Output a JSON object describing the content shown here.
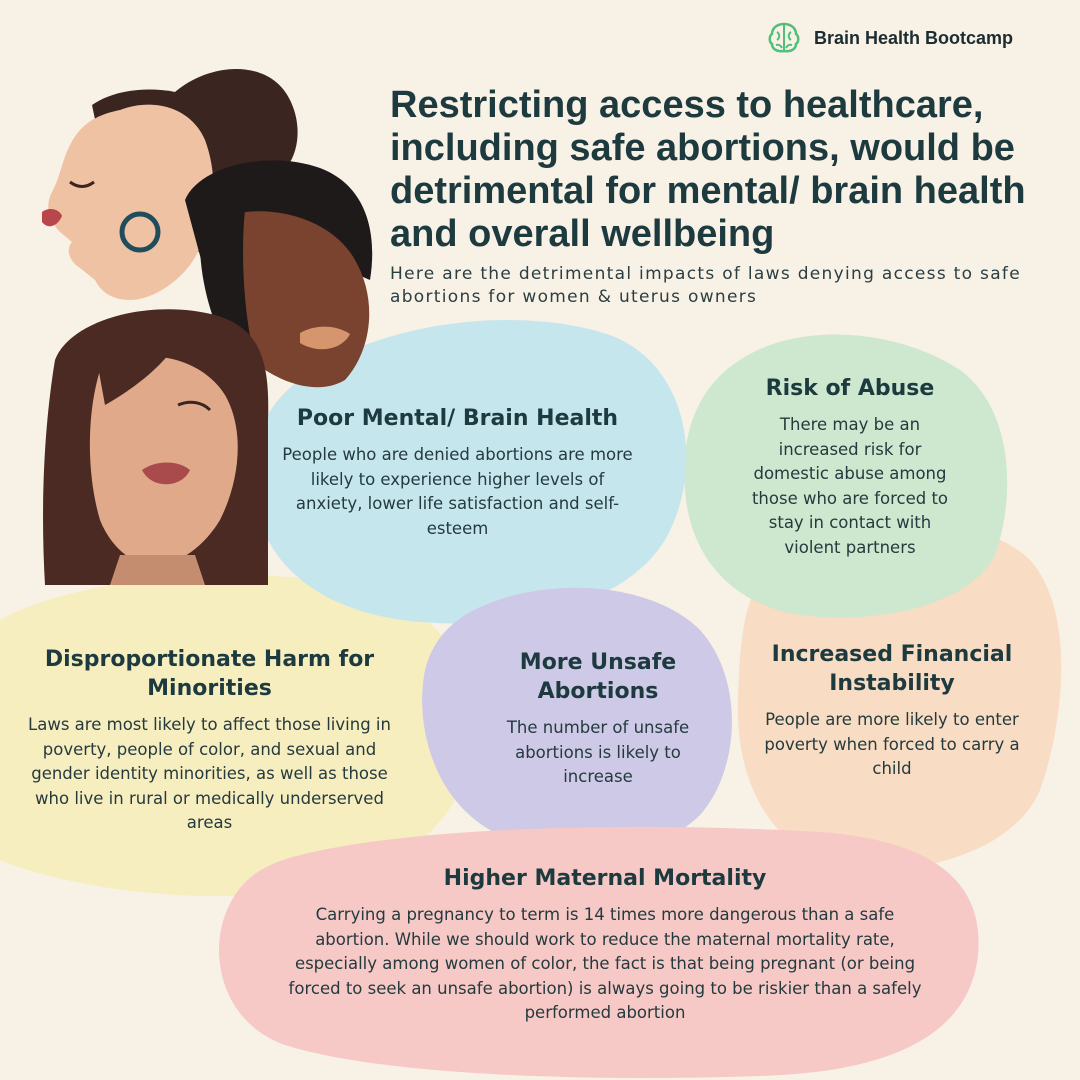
{
  "brand": {
    "name": "Brain Health Bootcamp",
    "logo_icon": "brain-icon",
    "accent": "#4fbf7a"
  },
  "headline": "Restricting access to healthcare, including safe abortions, would be detrimental for mental/ brain health and overall wellbeing",
  "subtitle": "Here are the detrimental impacts of laws denying access to safe abortions for women & uterus owners",
  "illustration": {
    "icon": "three-women-illustration"
  },
  "cards": {
    "mental": {
      "title": "Poor Mental/ Brain Health",
      "body": "People who are denied abortions are more likely to experience higher levels of anxiety, lower life satisfaction and self-esteem",
      "color": "#c6e6ee"
    },
    "abuse": {
      "title": "Risk of Abuse",
      "body": "There may be an increased risk for domestic abuse among those who are forced to stay in contact with violent partners",
      "color": "#cde8cf"
    },
    "financial": {
      "title": "Increased Financial Instability",
      "body": "People are more likely to enter poverty when forced to carry a child",
      "color": "#f8dcc3"
    },
    "minorities": {
      "title": "Disproportionate Harm for Minorities",
      "body": "Laws are most likely to affect those living in poverty, people of color, and sexual and gender identity minorities, as well as those who live in rural or medically underserved areas",
      "color": "#f7eec0"
    },
    "unsafe": {
      "title": "More Unsafe Abortions",
      "body": "The number of unsafe abortions is likely to increase",
      "color": "#cdc9e6"
    },
    "maternal": {
      "title": "Higher Maternal Mortality",
      "body": "Carrying a pregnancy to term is 14 times more dangerous than a safe abortion. While we should work to reduce the maternal mortality rate, especially among women of color, the fact is that being pregnant (or being forced to seek an unsafe abortion) is always going to be riskier than a safely performed abortion",
      "color": "#f6c9c6"
    }
  }
}
